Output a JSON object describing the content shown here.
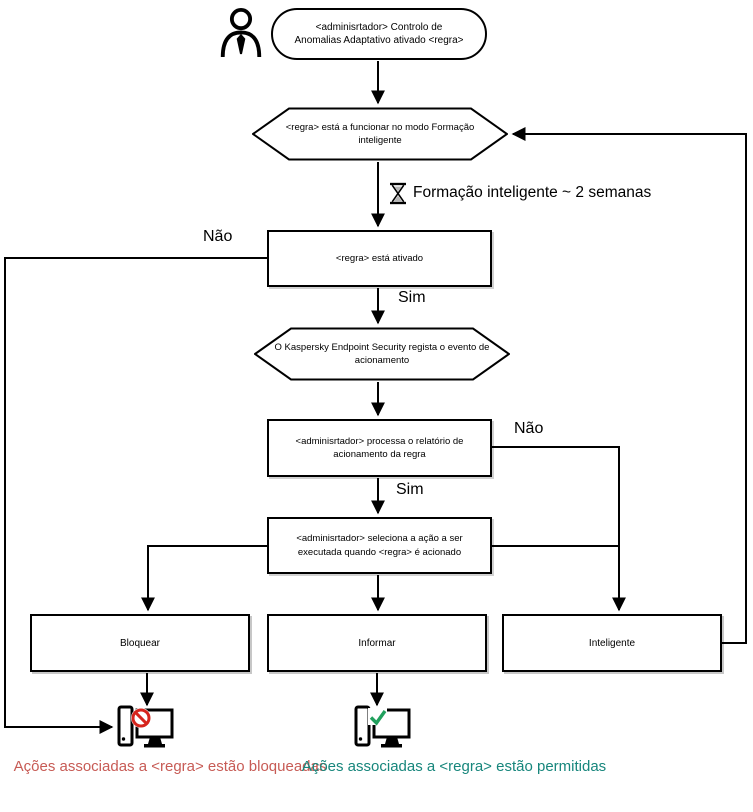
{
  "diagram": {
    "nodes": {
      "start": {
        "label": "<adminisrtador> Controlo de Anomalias Adaptativo ativado <regra>"
      },
      "training_mode": {
        "label": "<regra> está a funcionar no modo Formação inteligente"
      },
      "training_duration": {
        "label": "Formação inteligente ~ 2 semanas"
      },
      "rule_active": {
        "label": "<regra> está ativado"
      },
      "logs_event": {
        "label": "O Kaspersky Endpoint Security regista o evento de acionamento"
      },
      "processes_report": {
        "label": "<adminisrtador> processa o relatório de acionamento da regra"
      },
      "selects_action": {
        "label": "<adminisrtador> seleciona a ação a ser executada quando <regra> é acionado"
      },
      "block": {
        "label": "Bloquear"
      },
      "inform": {
        "label": "Informar"
      },
      "smart": {
        "label": "Inteligente"
      },
      "result_blocked": {
        "label": "Ações associadas a <regra> estão bloqueadas"
      },
      "result_allowed": {
        "label": "Ações associadas a <regra> estão permitidas"
      }
    },
    "edge_labels": {
      "nao_left": "Não",
      "sim_active": "Sim",
      "nao_right": "Não",
      "sim_report": "Sim"
    },
    "icons": {
      "administrator": "user-icon",
      "timer": "hourglass-icon",
      "blocked_computer": "computer-prohibition-icon",
      "allowed_computer": "computer-check-icon"
    },
    "colors": {
      "line": "#000000",
      "blocked_text": "#c75b55",
      "allowed_text": "#17867c",
      "prohibit_red": "#d6251d",
      "check_green": "#21a05d",
      "background": "#ffffff"
    }
  }
}
